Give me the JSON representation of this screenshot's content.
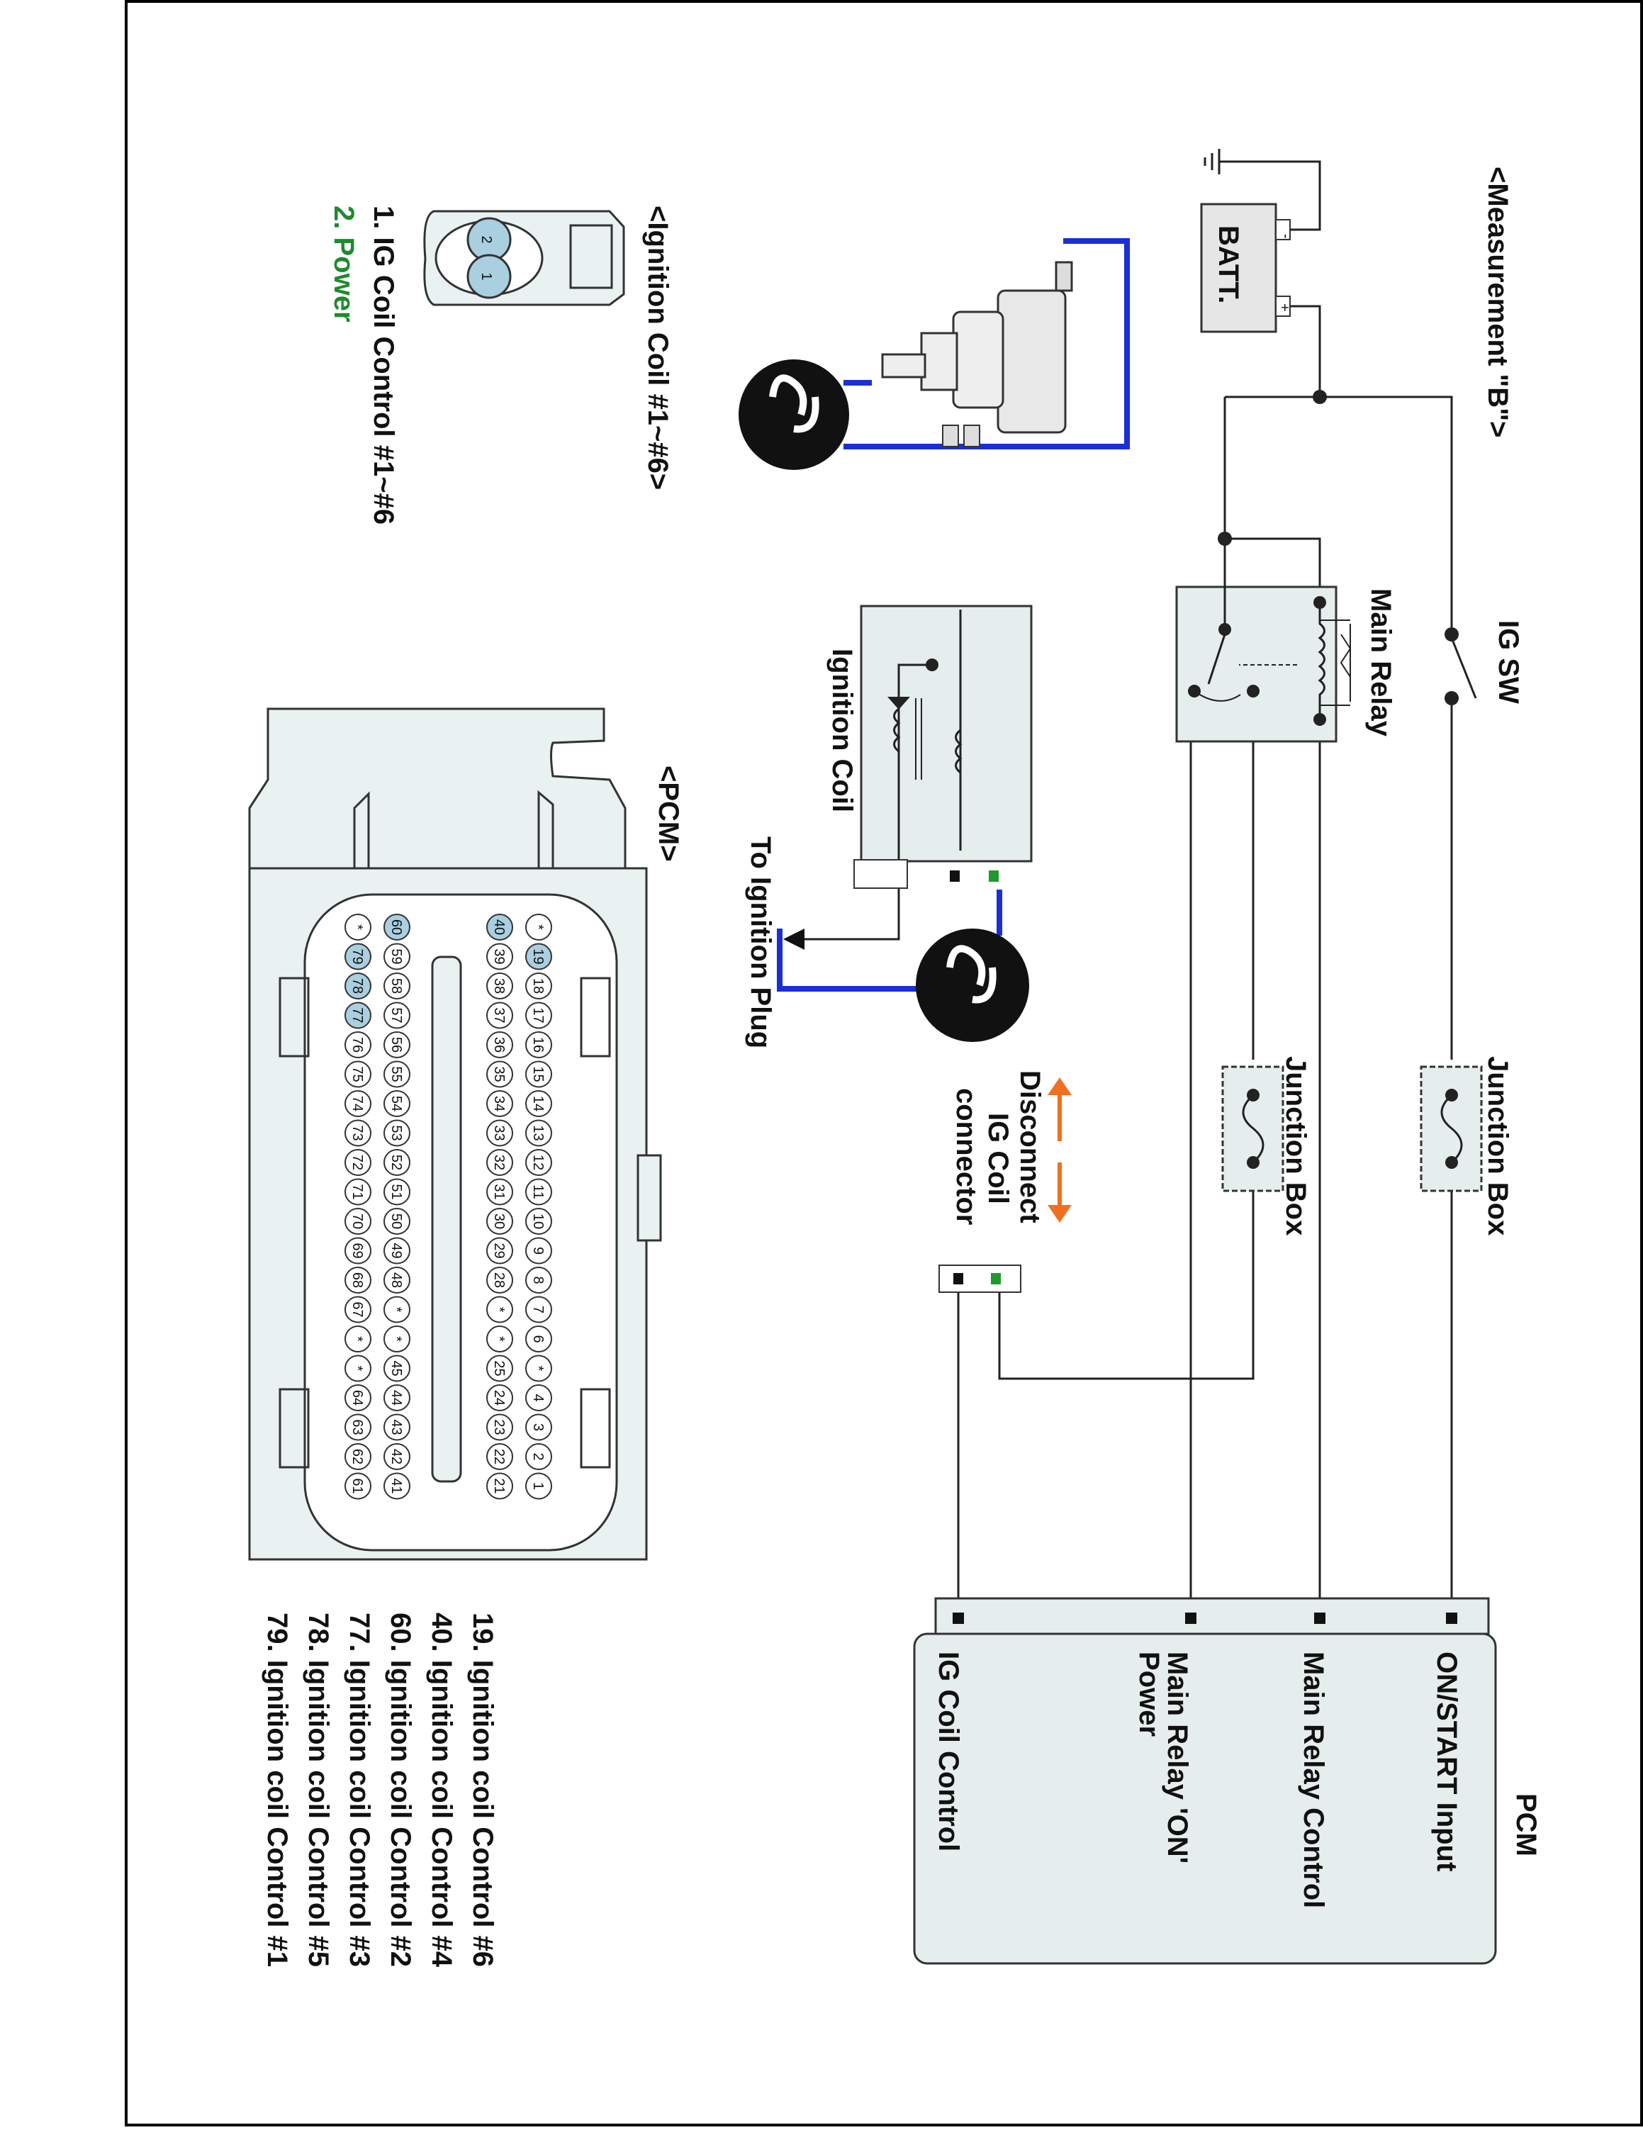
{
  "colors": {
    "wire": "#222222",
    "signal_wire": "#1a2fd6",
    "pcm_fill": "#e9f1f1",
    "pin_highlight": "#a9cfe0",
    "power_label": "#1f8a2e",
    "arrow": "#f07020",
    "terminal_green": "#1e9a2e"
  },
  "labels": {
    "measurement": "<Measurement \"B\">",
    "battery": "BATT.",
    "battery_plus": "+",
    "battery_minus": "-",
    "ig_sw": "IG SW",
    "main_relay": "Main Relay",
    "junction_box_1": "Junction Box",
    "junction_box_2": "Junction Box",
    "ignition_coil": "Ignition Coil",
    "to_plug": "To Ignition Plug",
    "disconnect": [
      "Disconnect",
      "IG Coil",
      "connector"
    ],
    "pcm_block_title": "PCM",
    "pcm_inputs": [
      "ON/START Input",
      "Main Relay Control",
      "Main Relay 'ON'",
      "Power",
      "IG Coil  Control"
    ],
    "coil_connector_title": "<Ignition Coil #1~#6>",
    "coil_pin_1": "1. IG Coil  Control #1~#6",
    "coil_pin_2": "2. Power",
    "pcm_connector_title": "<PCM>",
    "pin_legend": [
      "19. Ignition coil Control #6",
      "40. Ignition coil Control #4",
      "60. Ignition coil Control #2",
      "77. Ignition coil Control #3",
      "78. Ignition coil Control #5",
      "79. Ignition coil Control #1"
    ]
  },
  "connector_pins": {
    "row1": [
      "*",
      "19",
      "18",
      "17",
      "16",
      "15",
      "14",
      "13",
      "12",
      "11",
      "10",
      "9",
      "8",
      "7",
      "6",
      "*",
      "4",
      "3",
      "2",
      "1"
    ],
    "row2": [
      "40",
      "39",
      "38",
      "37",
      "36",
      "35",
      "34",
      "33",
      "32",
      "31",
      "30",
      "29",
      "28",
      "*",
      "*",
      "25",
      "24",
      "23",
      "22",
      "21"
    ],
    "row3": [
      "60",
      "59",
      "58",
      "57",
      "56",
      "55",
      "54",
      "53",
      "52",
      "51",
      "50",
      "49",
      "48",
      "*",
      "*",
      "45",
      "44",
      "43",
      "42",
      "41"
    ],
    "row4": [
      "*",
      "79",
      "78",
      "77",
      "76",
      "75",
      "74",
      "73",
      "72",
      "71",
      "70",
      "69",
      "68",
      "67",
      "*",
      "*",
      "64",
      "63",
      "62",
      "61"
    ],
    "highlighted": [
      "19",
      "40",
      "60",
      "77",
      "78",
      "79"
    ],
    "coil_pins": [
      "1",
      "2"
    ]
  }
}
